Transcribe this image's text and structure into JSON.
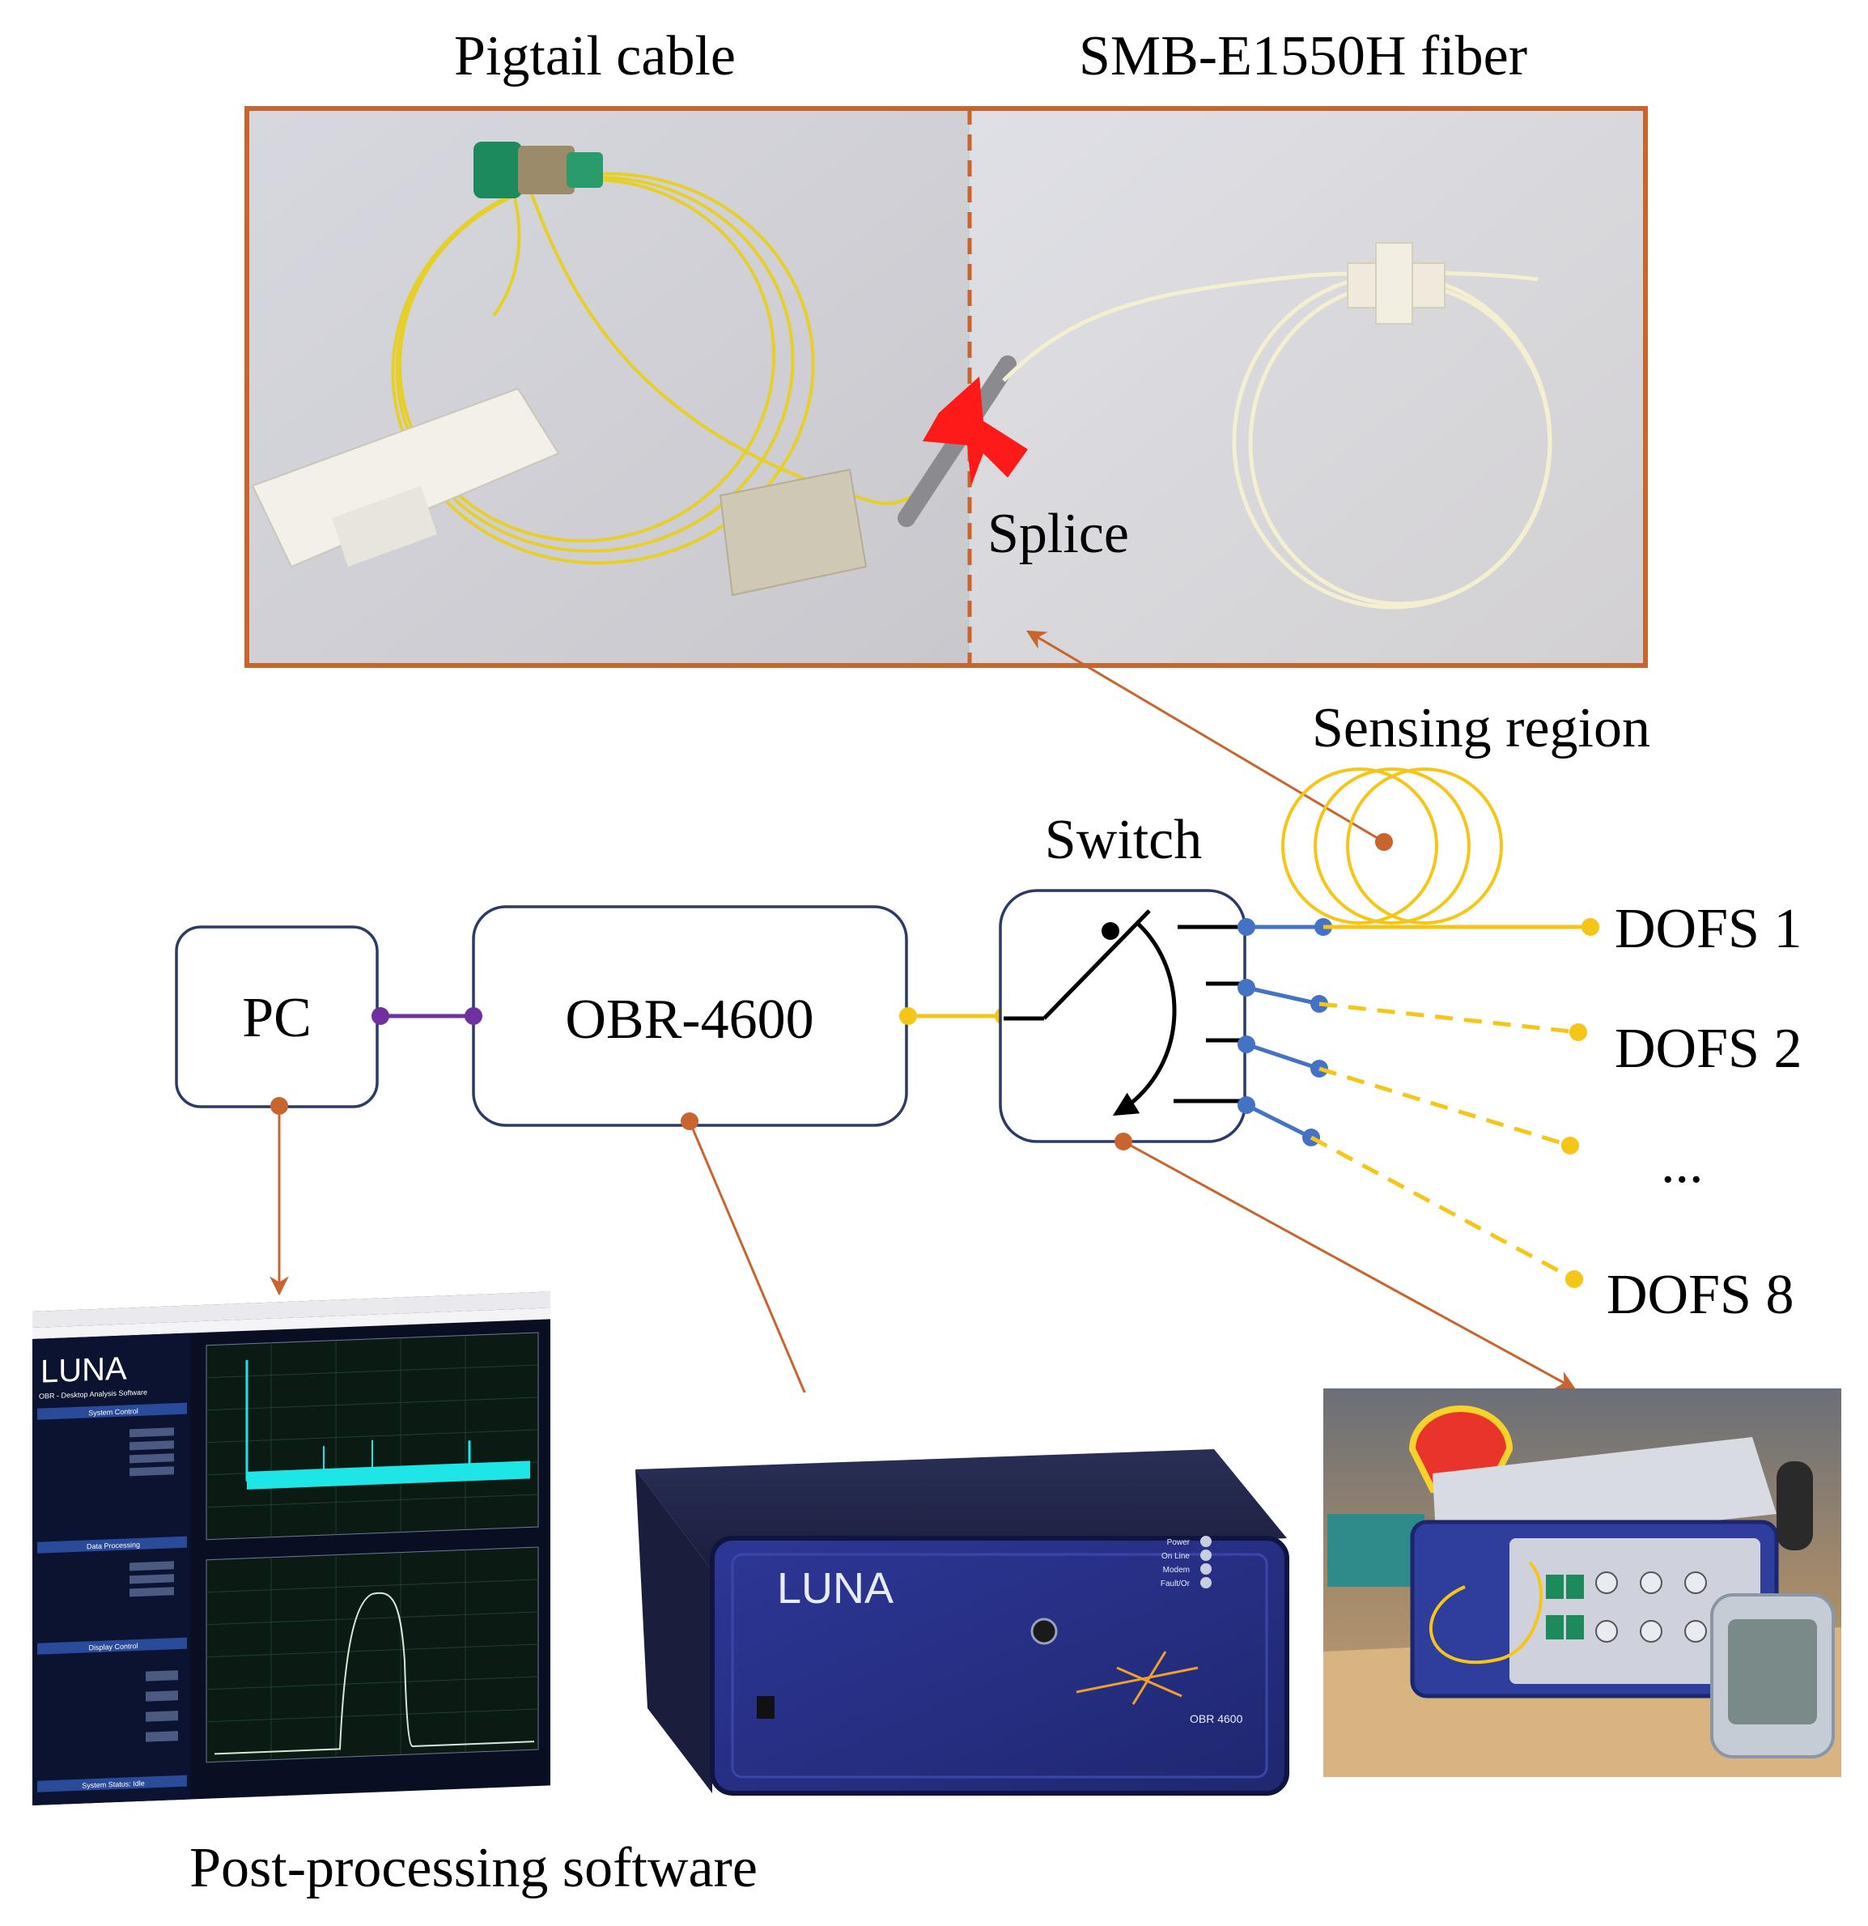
{
  "photo_panel": {
    "left_label": "Pigtail cable",
    "right_label": "SMB-E1550H fiber",
    "splice_label": "Splice"
  },
  "diagram": {
    "sensing_region_label": "Sensing region",
    "switch_label": "Switch",
    "pc_label": "PC",
    "obr_label": "OBR-4600",
    "dofs_labels": [
      "DOFS 1",
      "DOFS 2",
      "...",
      "DOFS 8"
    ]
  },
  "software_screenshot": {
    "brand": "LUNA",
    "subtitle": "OBR - Desktop Analysis Software",
    "panels": [
      "System Control",
      "Data Processing",
      "Display Control",
      "System Status: Idle"
    ]
  },
  "device_photo": {
    "brand": "LUNA",
    "indicators": [
      "Power",
      "On Line",
      "Modem",
      "Fault/Or"
    ],
    "model_text": "OBR 4600"
  },
  "caption": "Post-processing software",
  "colors": {
    "fiber_yellow": "#f5c518",
    "frame_orange": "#c8642e",
    "connector_blue": "#4472c4",
    "pc_link_purple": "#7030a0",
    "box_outline": "#2b3a67",
    "splice_red": "#ff1a1a",
    "screen_cyan": "#1ee6e6"
  }
}
